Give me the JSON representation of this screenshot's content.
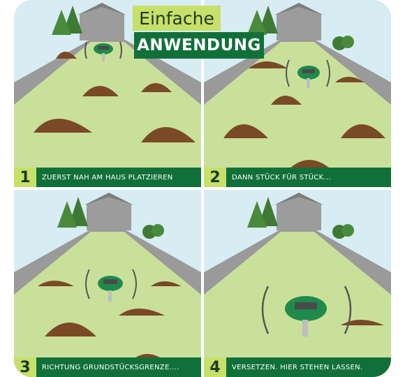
{
  "title": {
    "line1": "Einfache",
    "line2": "ANWENDUNG"
  },
  "steps": [
    {
      "number": "1",
      "text": "ZUERST NAH AM HAUS PLATZIEREN"
    },
    {
      "number": "2",
      "text": "DANN STÜCK FÜR STÜCK..."
    },
    {
      "number": "3",
      "text": "RICHTUNG GRUNDSTÜCKSGRENZE...."
    },
    {
      "number": "4",
      "text": "VERSETZEN. HIER STEHEN LASSEN."
    }
  ],
  "colors": {
    "dark_green": "#11703a",
    "lime": "#c7e06a",
    "lawn": "#c9e09a",
    "sky": "#d7ecf3",
    "soil": "#7a4a26",
    "house": "#9c9c9c",
    "tree": "#3f7a34"
  }
}
